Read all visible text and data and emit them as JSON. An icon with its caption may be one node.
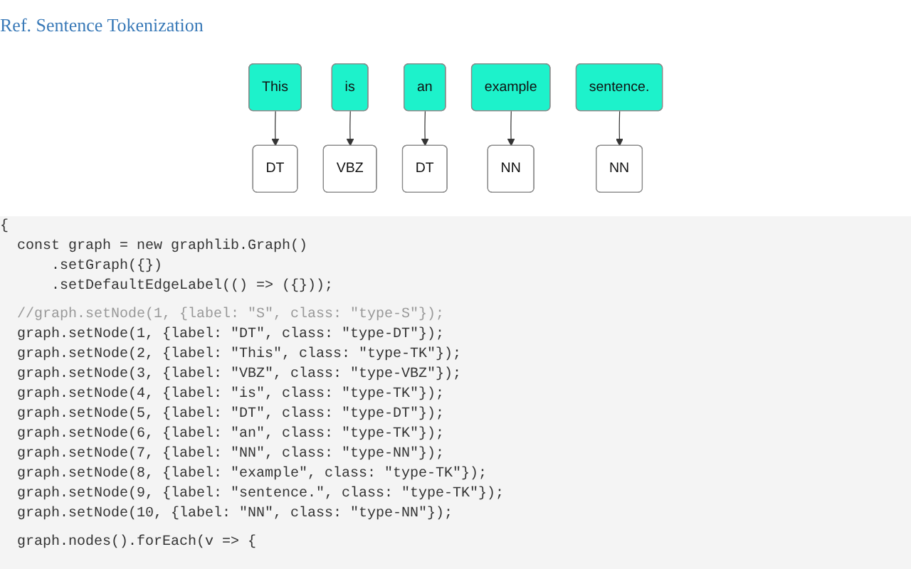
{
  "diagram": {
    "title": "Ref. Sentence Tokenization",
    "nodes": [
      {
        "text": [
          "This"
        ]
      },
      {
        "text": [
          "is"
        ]
      },
      {
        "text": [
          "an"
        ]
      },
      {
        "text": [
          "example"
        ]
      },
      {
        "text": [
          "sentence."
        ]
      },
      {
        "text": [
          "DT"
        ]
      },
      {
        "text": [
          "VBZ"
        ]
      },
      {
        "text": [
          "DT"
        ]
      },
      {
        "text": [
          "NN"
        ]
      },
      {
        "text": [
          "NN"
        ]
      }
    ],
    "edges": [
      {
        "from": 0,
        "to": 5,
        "arrow": "to"
      },
      {
        "from": 1,
        "to": 6,
        "arrow": "to"
      },
      {
        "from": 2,
        "to": 7,
        "arrow": "to"
      },
      {
        "from": 3,
        "to": 8,
        "arrow": "to"
      },
      {
        "from": 4,
        "to": 9,
        "arrow": "to"
      }
    ],
    "labels": [
      "{",
      "const graph = new graphlib.Graph()",
      ".setGraph({})",
      ".setDefaultEdgeLabel(() => ({}));",
      "//graph.setNode(1, {label: \"S\", class: \"type-S\"});",
      "graph.setNode(1, {label: \"DT\", class: \"type-DT\"});",
      "graph.setNode(2, {label: \"This\", class: \"type-TK\"});",
      "graph.setNode(3, {label: \"VBZ\", class: \"type-VBZ\"});",
      "graph.setNode(4, {label: \"is\", class: \"type-TK\"});",
      "graph.setNode(5, {label: \"DT\", class: \"type-DT\"});",
      "graph.setNode(6, {label: \"an\", class: \"type-TK\"});",
      "graph.setNode(7, {label: \"NN\", class: \"type-NN\"});",
      "graph.setNode(8, {label: \"example\", class: \"type-TK\"});",
      "graph.setNode(9, {label: \"sentence.\", class: \"type-TK\"});",
      "graph.setNode(10, {label: \"NN\", class: \"type-NN\"});",
      "graph.nodes().forEach(v => {"
    ]
  }
}
